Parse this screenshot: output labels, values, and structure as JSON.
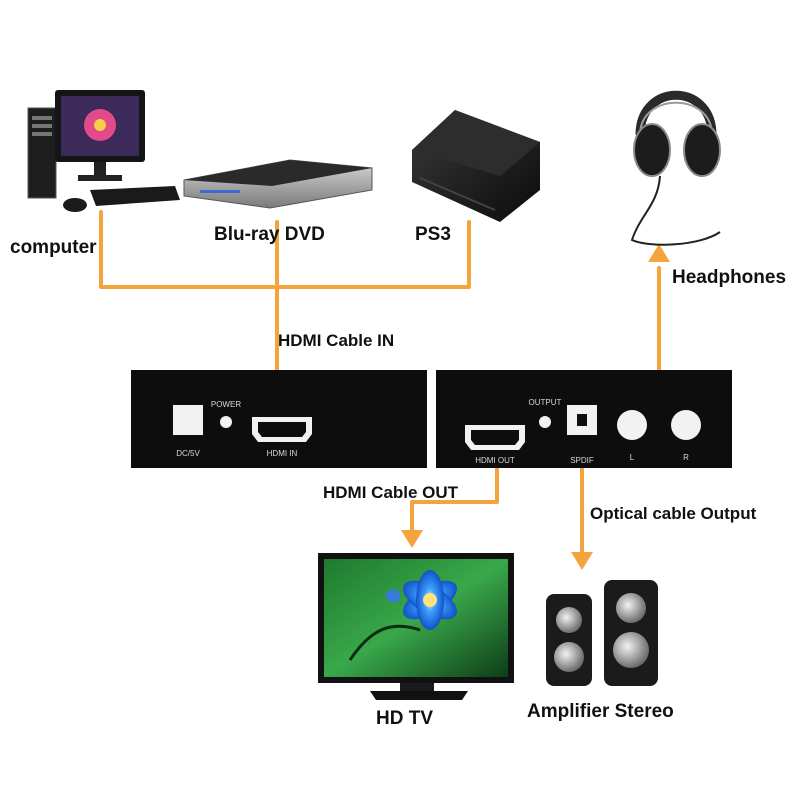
{
  "devices": {
    "computer": "computer",
    "bluray": "Blu-ray DVD",
    "ps3": "PS3",
    "headphones": "Headphones",
    "hdtv": "HD TV",
    "amplifier": "Amplifier Stereo"
  },
  "cables": {
    "hdmi_in": "HDMI Cable IN",
    "hdmi_out": "HDMI Cable OUT",
    "optical": "Optical cable Output"
  },
  "panel_labels": {
    "dc": "DC/5V",
    "power": "POWER",
    "hdmi_in_port": "HDMI IN",
    "output": "OUTPUT",
    "hdmi_out_port": "HDMI OUT",
    "spdif": "SPDIF",
    "left": "L",
    "right": "R"
  },
  "colors": {
    "cable": "#f4a43c",
    "panel": "#0d0d0d",
    "text": "#111111"
  }
}
